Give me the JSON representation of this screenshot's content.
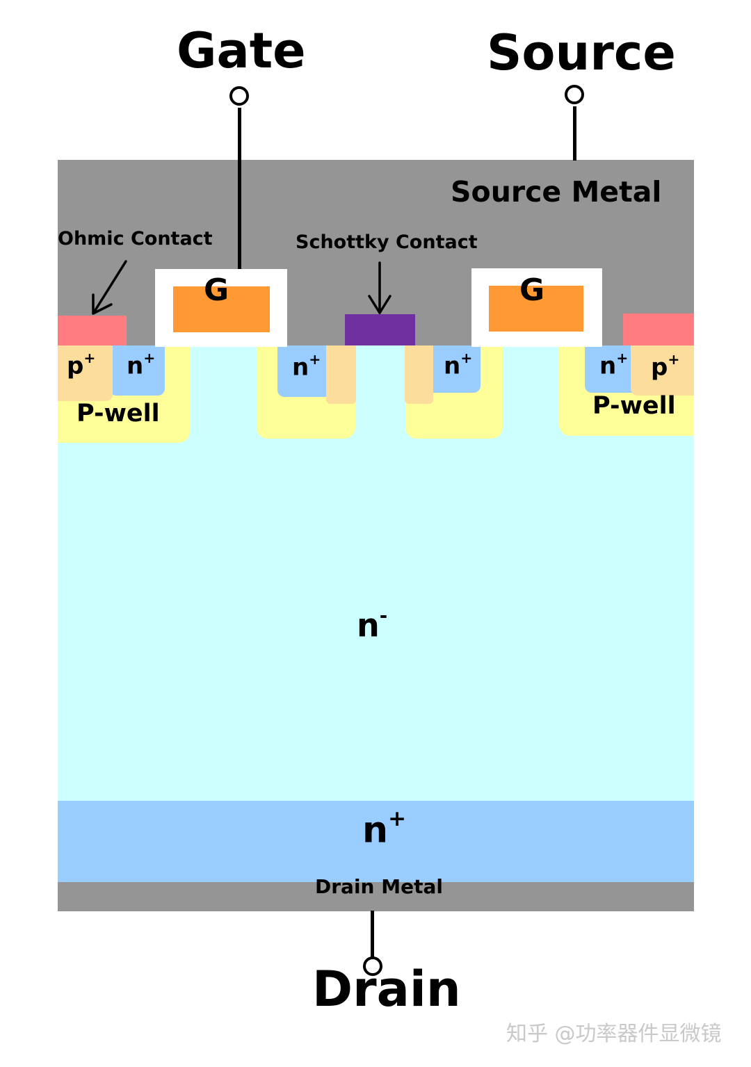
{
  "terminals": {
    "gate": "Gate",
    "source": "Source",
    "drain": "Drain"
  },
  "metals": {
    "source_metal": "Source Metal",
    "drain_metal": "Drain Metal"
  },
  "contacts": {
    "ohmic": "Ohmic Contact",
    "schottky": "Schottky Contact"
  },
  "gate_label": "G",
  "regions": {
    "p_plus": {
      "base": "p",
      "sup": "+"
    },
    "n_plus": {
      "base": "n",
      "sup": "+"
    },
    "n_minus": {
      "base": "n",
      "sup": "-"
    },
    "p_well": "P-well"
  },
  "watermark": "知乎 @功率器件显微镜",
  "colors": {
    "metal": "#959595",
    "drift": "#ccffff",
    "substrate": "#99ccff",
    "n_plus_region": "#99ccff",
    "p_plus_region": "#fddd9c",
    "p_well": "#ffff99",
    "ohmic": "#ff7c80",
    "gate_poly": "#ff9933",
    "schottky": "#7030a0"
  }
}
